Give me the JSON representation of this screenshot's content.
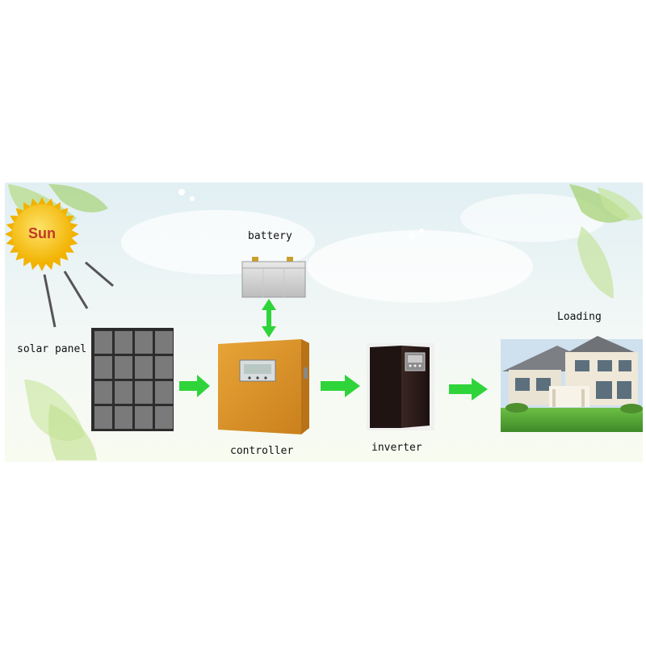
{
  "diagram": {
    "labels": {
      "sun": "Sun",
      "battery": "battery",
      "solar_panel": "solar panel",
      "controller": "controller",
      "inverter": "inverter",
      "loading": "Loading"
    },
    "colors": {
      "sky_top": "#e8f4f8",
      "sky_bottom": "#f7fbf2",
      "sun": "#f7c31a",
      "sun_text": "#c0392b",
      "arrow": "#2fd43a",
      "controller_body": "#d9962b",
      "inverter_body": "#2a1a17",
      "panel_cell": "#7a7a7a",
      "lawn": "#58a83a"
    },
    "icons": [
      "sun-icon",
      "solar-panel-icon",
      "battery-icon",
      "controller-icon",
      "inverter-icon",
      "house-icon",
      "arrow-right-icon",
      "arrow-vertical-icon"
    ]
  }
}
